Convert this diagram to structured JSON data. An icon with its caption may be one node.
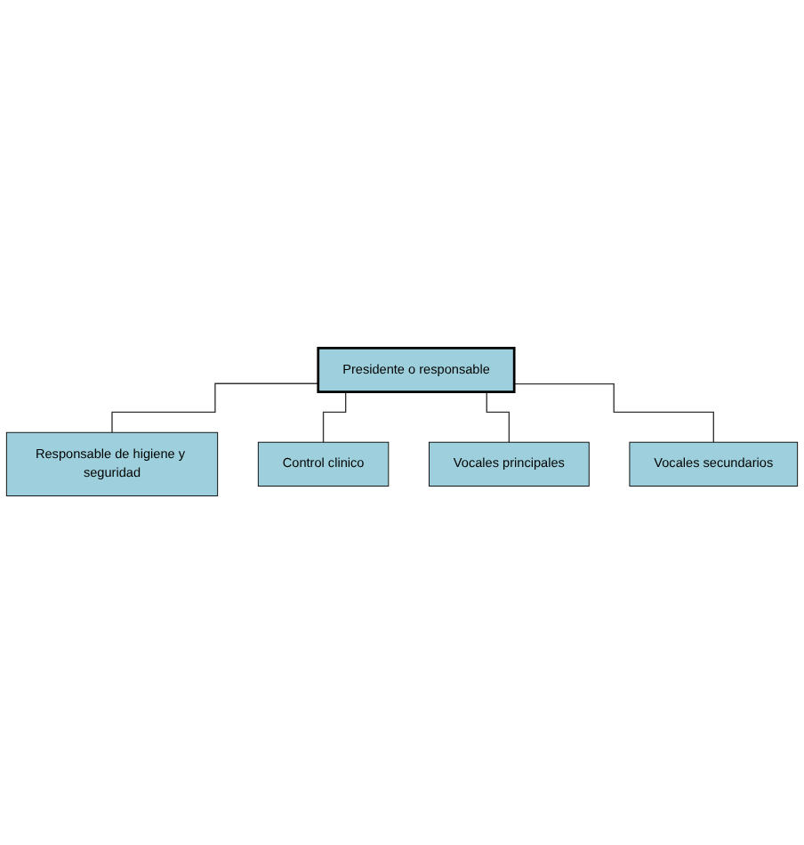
{
  "diagram": {
    "nodes": [
      {
        "text": [
          "Presidente o responsable"
        ]
      },
      {
        "text": [
          "Responsable de higiene y seguridad"
        ]
      },
      {
        "text": [
          "Control clinico"
        ]
      },
      {
        "text": [
          "Vocales principales"
        ]
      },
      {
        "text": [
          "Vocales secundarios"
        ]
      }
    ],
    "edges": [
      {
        "from": 0,
        "to": 1,
        "arrow": "none"
      },
      {
        "from": 0,
        "to": 2,
        "arrow": "none"
      },
      {
        "from": 0,
        "to": 3,
        "arrow": "none"
      },
      {
        "from": 0,
        "to": 4,
        "arrow": "none"
      }
    ]
  }
}
